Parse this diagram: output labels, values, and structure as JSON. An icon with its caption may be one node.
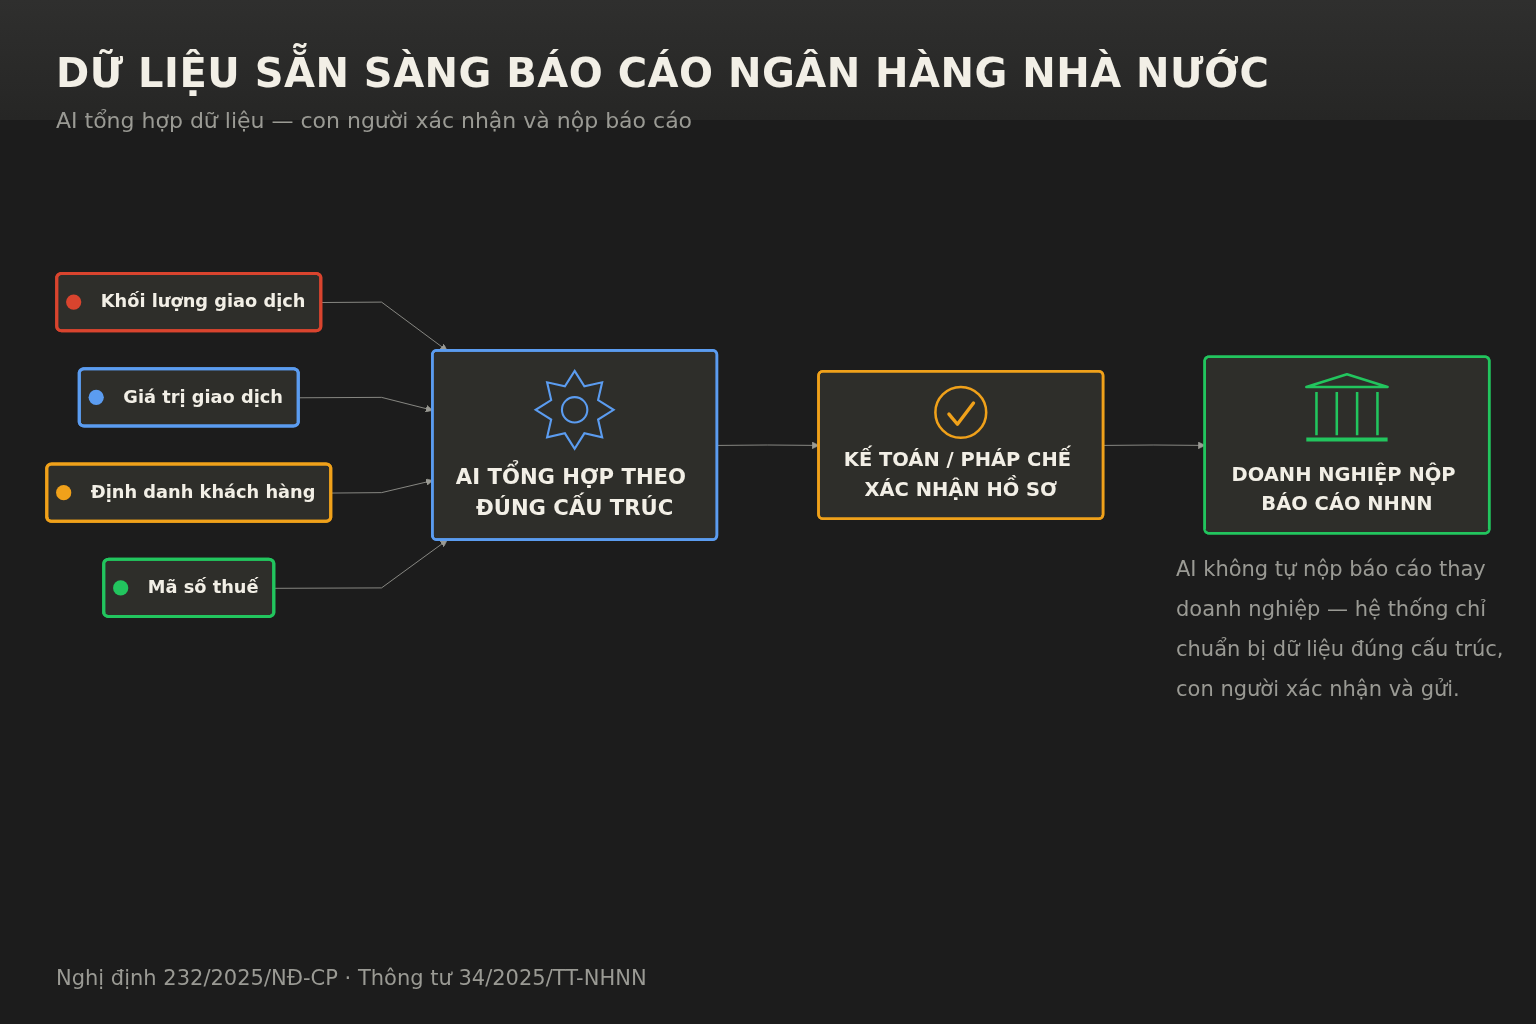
{
  "diagram": {
    "title": "DỮ LIỆU SẴN SÀNG BÁO CÁO NGÂN HÀNG NHÀ NƯỚC",
    "nodes": [
      {
        "text": [
          "Khối lượng giao dịch"
        ]
      },
      {
        "text": [
          "Giá trị giao dịch"
        ]
      },
      {
        "text": [
          "Định danh khách hàng"
        ]
      },
      {
        "text": [
          "Mã số thuế"
        ]
      },
      {
        "text": [
          "AI TỔNG HỢP THEO ĐÚNG CẤU TRÚC"
        ]
      },
      {
        "text": [
          "KẾ TOÁN / PHÁP CHẾ XÁC NHẬN HỒ SƠ"
        ]
      },
      {
        "text": [
          "DOANH NGHIỆP NỘP BÁO CÁO NHNN"
        ]
      }
    ],
    "edges": [
      {
        "from": 0,
        "to": 4,
        "arrow": "to"
      },
      {
        "from": 1,
        "to": 4,
        "arrow": "to"
      },
      {
        "from": 2,
        "to": 4,
        "arrow": "to"
      },
      {
        "from": 3,
        "to": 4,
        "arrow": "to"
      },
      {
        "from": 4,
        "to": 5,
        "arrow": "to"
      },
      {
        "from": 5,
        "to": 6,
        "arrow": "to"
      }
    ],
    "labels": [
      "AI tổng hợp dữ liệu — con người xác nhận và nộp báo cáo",
      "AI không tự nộp báo cáo thay doanh nghiệp — hệ thống chỉ chuẩn bị dữ liệu đúng cấu trúc, con người xác nhận và gửi.",
      "Nghị định 232/2025/NĐ-CP · Thông tư 34/2025/TT-NHNN"
    ]
  }
}
